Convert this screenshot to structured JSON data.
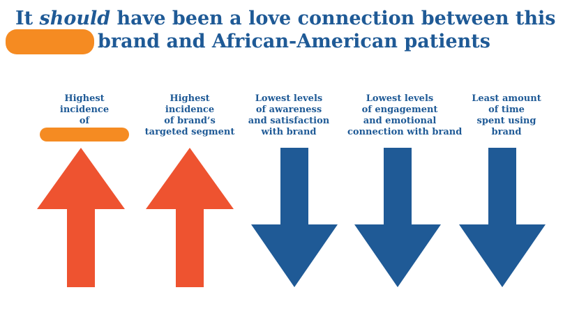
{
  "title": {
    "prefix": "It ",
    "emphasis": "should",
    "rest_line1": " have been a love connection between this",
    "line2": "brand and African-American patients"
  },
  "columns": [
    {
      "lines": [
        "Highest",
        "incidence",
        "of"
      ],
      "direction": "up",
      "color": "#ee5330"
    },
    {
      "lines": [
        "Highest",
        "incidence",
        "of brand’s",
        "targeted segment"
      ],
      "direction": "up",
      "color": "#ee5330"
    },
    {
      "lines": [
        "Lowest levels",
        "of awareness",
        "and satisfaction",
        "with brand"
      ],
      "direction": "down",
      "color": "#1f5a96"
    },
    {
      "lines": [
        "Lowest levels",
        "of engagement",
        "and emotional",
        "connection with brand"
      ],
      "direction": "down",
      "color": "#1f5a96"
    },
    {
      "lines": [
        "Least amount",
        "of time",
        "spent using",
        "brand"
      ],
      "direction": "down",
      "color": "#1f5a96"
    }
  ],
  "colors": {
    "title": "#1f5a96",
    "redaction": "#f58b22",
    "up_arrow": "#ee5330",
    "down_arrow": "#1f5a96"
  }
}
